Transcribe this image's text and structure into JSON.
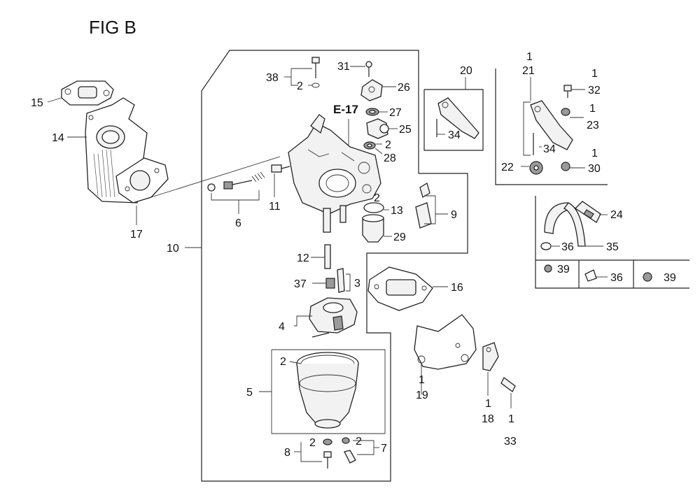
{
  "figure": {
    "title": "FIG B",
    "section_ref": "E-17"
  },
  "callouts": {
    "c38": "38",
    "c2a": "2",
    "c31": "31",
    "c26": "26",
    "c27": "27",
    "c25": "25",
    "c2b": "2",
    "c28": "28",
    "c20": "20",
    "c34a": "34",
    "c1a": "1",
    "c21": "21",
    "c1b": "1",
    "c32": "32",
    "c1c": "1",
    "c23": "23",
    "c34b": "34",
    "c22": "22",
    "c1d": "1",
    "c30": "30",
    "c15": "15",
    "c14": "14",
    "c17": "17",
    "c6": "6",
    "c11": "11",
    "c10": "10",
    "c2c": "2",
    "c13": "13",
    "c9": "9",
    "c29": "29",
    "c24": "24",
    "c36a": "36",
    "c35": "35",
    "c39a": "39",
    "c36b": "36",
    "c39b": "39",
    "c12": "12",
    "c37": "37",
    "c3": "3",
    "c16": "16",
    "c4": "4",
    "c2d": "2",
    "c5": "5",
    "c1e": "1",
    "c19": "19",
    "c1f": "1",
    "c18": "18",
    "c1g": "1",
    "c33": "33",
    "c8": "8",
    "c2e": "2",
    "c2f": "2",
    "c7": "7"
  }
}
